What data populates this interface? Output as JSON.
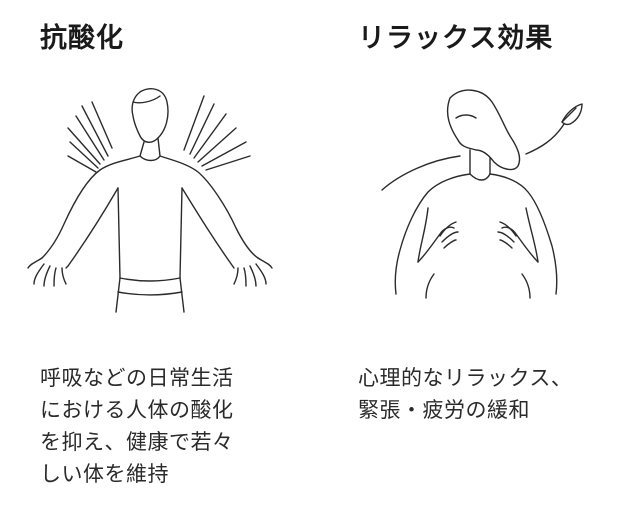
{
  "features": [
    {
      "title": "抗酸化",
      "illustration": "man-arms-outstretched-icon",
      "lines": [
        "呼吸などの日常生活",
        "における人体の酸化",
        "を抑え、健康で若々",
        "しい体を維持"
      ]
    },
    {
      "title": "リラックス効果",
      "illustration": "woman-relaxing-leaf-icon",
      "lines": [
        "心理的なリラックス、",
        "緊張・疲労の緩和"
      ]
    }
  ],
  "colors": {
    "text": "#1f1f1f",
    "line": "#2b2b2b",
    "background": "#ffffff"
  }
}
